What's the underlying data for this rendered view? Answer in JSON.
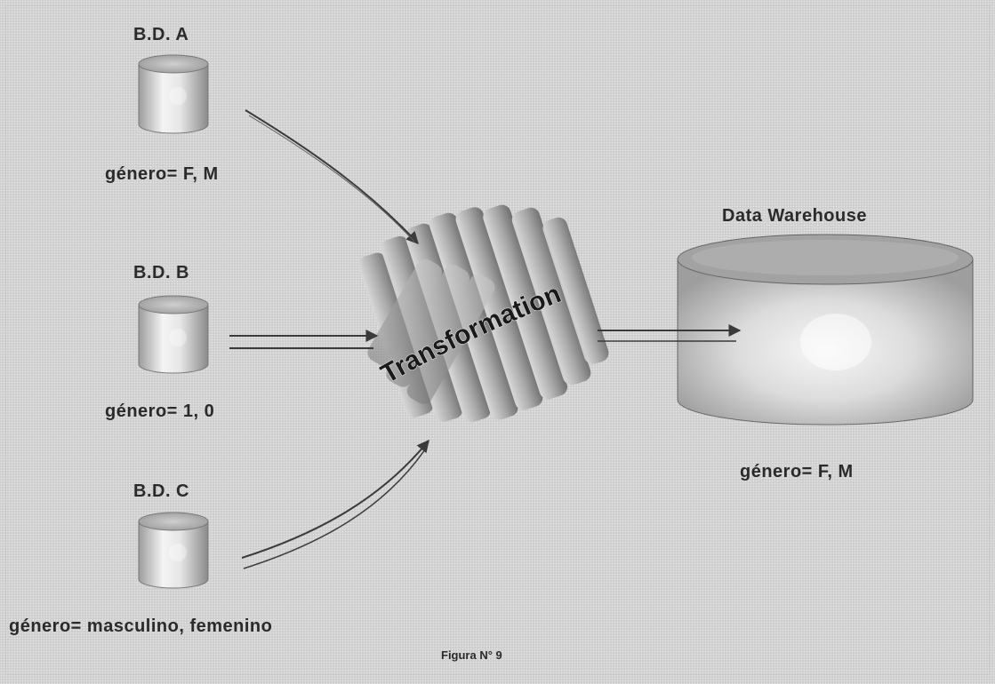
{
  "sources": [
    {
      "title": "B.D.  A",
      "encoding": "género= F, M"
    },
    {
      "title": "B.D.  B",
      "encoding": "género= 1, 0"
    },
    {
      "title": "B.D.  C",
      "encoding": "género= masculino, femenino"
    }
  ],
  "transformation": {
    "label": "Transformation"
  },
  "warehouse": {
    "title": "Data Warehouse",
    "encoding": "género= F, M"
  },
  "caption": "Figura N° 9",
  "colors": {
    "background": "#d4d4d4",
    "cylinder_light": "#f2f2f2",
    "cylinder_dark": "#8f8f8f",
    "text": "#2a2a2a",
    "arrow": "#3a3a3a"
  }
}
